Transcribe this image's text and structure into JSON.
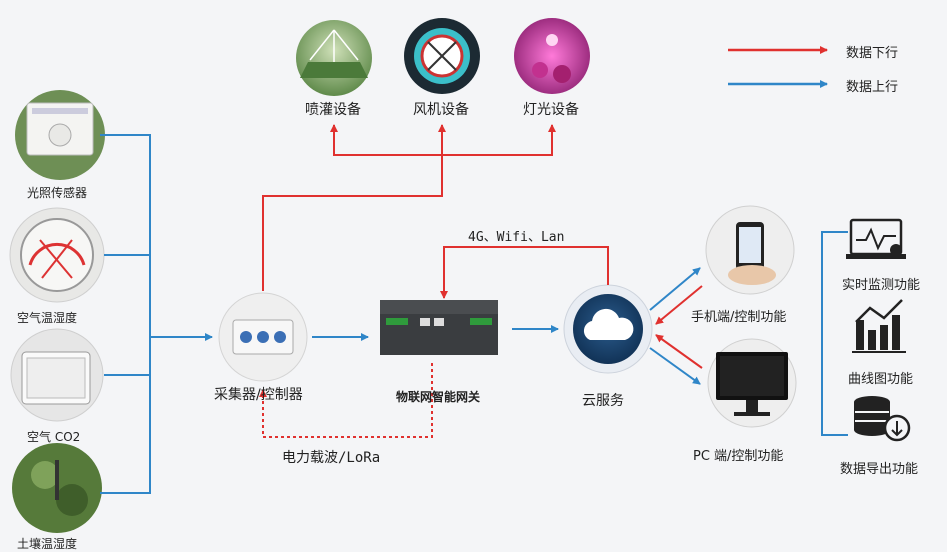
{
  "legend": {
    "down_label": "数据下行",
    "up_label": "数据上行",
    "down_color": "#e0312f",
    "up_color": "#2f86c8"
  },
  "sensors": [
    {
      "label": "光照传感器"
    },
    {
      "label": "空气温湿度"
    },
    {
      "label": "空气 CO2"
    },
    {
      "label": "土壤温湿度"
    }
  ],
  "devices": [
    {
      "label": "喷灌设备"
    },
    {
      "label": "风机设备"
    },
    {
      "label": "灯光设备"
    }
  ],
  "collector": {
    "label": "采集器/控制器"
  },
  "gateway": {
    "label": "物联网智能网关"
  },
  "cloud": {
    "label": "云服务"
  },
  "network_label": "4G、Wifi、Lan",
  "lora_label": "电力载波/LoRa",
  "terminals": [
    {
      "label": "手机端/控制功能"
    },
    {
      "label": "PC 端/控制功能"
    }
  ],
  "functions": [
    {
      "label": "实时监测功能"
    },
    {
      "label": "曲线图功能"
    },
    {
      "label": "数据导出功能"
    }
  ]
}
